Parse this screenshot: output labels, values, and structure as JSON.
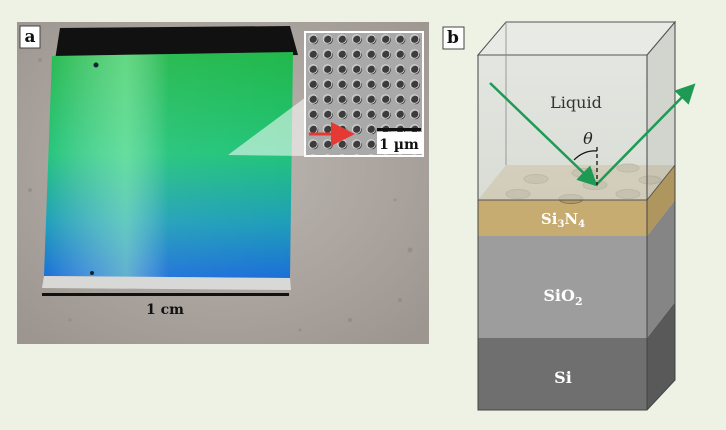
{
  "panel_a": {
    "letter": "a",
    "chip_scale_label": "1 cm",
    "inset_scale_label": "1 µm"
  },
  "panel_b": {
    "letter": "b",
    "angle_symbol": "θ",
    "layers": {
      "liquid": "Liquid",
      "si3n4_main": "Si",
      "si3n4_sub1": "3",
      "si3n4_mid": "N",
      "si3n4_sub2": "4",
      "sio2_main": "SiO",
      "sio2_sub": "2",
      "si": "Si"
    }
  },
  "colors": {
    "background": "#eef2e4",
    "beam_arrow": "#1f9a55",
    "inset_arrow": "#e43a33",
    "si3n4": "#c7ac72",
    "sio2": "#9b9b9b",
    "si": "#6f6f6f",
    "liquid_box": "#d2d6d2",
    "chip_green": "#2fc24a",
    "chip_blue": "#1b78d4"
  }
}
